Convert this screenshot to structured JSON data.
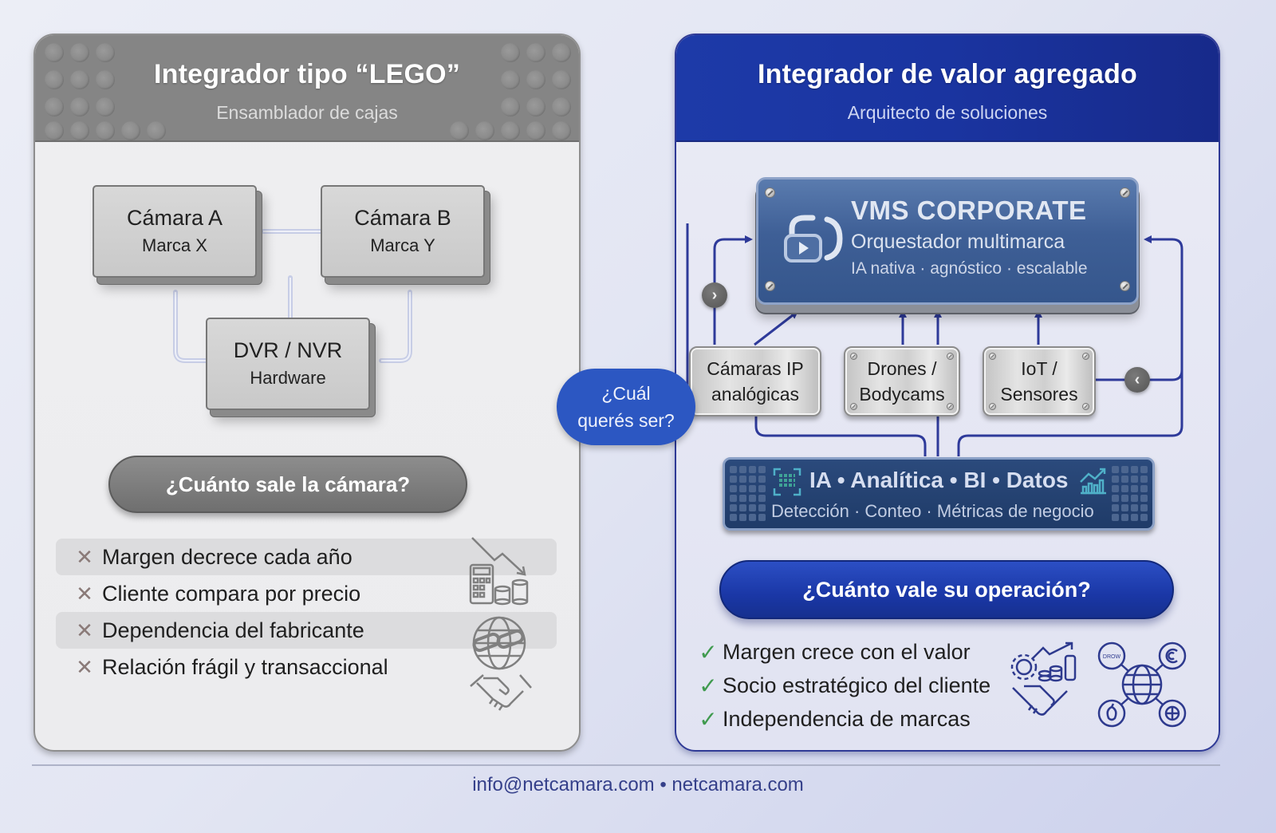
{
  "left": {
    "title": "Integrador tipo “LEGO”",
    "subtitle": "Ensamblador de cajas",
    "boxes": [
      {
        "title": "Cámara A",
        "sub": "Marca X"
      },
      {
        "title": "Cámara B",
        "sub": "Marca Y"
      },
      {
        "title": "DVR / NVR",
        "sub": "Hardware"
      }
    ],
    "question": "¿Cuánto sale la cámara?",
    "cons": [
      "Margen decrece cada año",
      "Cliente compara por precio",
      "Dependencia del fabricante",
      "Relación frágil y transaccional"
    ],
    "icons": [
      "declining-calculator-coins-icon",
      "globe-chain-icon",
      "handshake-icon"
    ],
    "colors": {
      "header": "#858585",
      "pill": "#7a7a7a"
    }
  },
  "center": {
    "line1": "¿Cuál",
    "line2": "querés ser?"
  },
  "right": {
    "title": "Integrador de valor agregado",
    "subtitle": "Arquitecto de soluciones",
    "vms": {
      "title": "VMS CORPORATE",
      "sub": "Orquestador multimarca",
      "tags": "IA nativa · agnóstico · escalable"
    },
    "sources": [
      {
        "l1": "Cámaras IP",
        "l2": "analógicas"
      },
      {
        "l1": "Drones /",
        "l2": "Bodycams"
      },
      {
        "l1": "IoT /",
        "l2": "Sensores"
      }
    ],
    "analytics": {
      "title": "IA • Analítica • BI • Datos",
      "sub": "Detección · Conteo · Métricas de negocio"
    },
    "question": "¿Cuánto vale su operación?",
    "pros": [
      "Margen crece con el valor",
      "Socio estratégico del cliente",
      "Independencia de marcas"
    ],
    "network_icon_label": "DROW",
    "icons": [
      "gear-growth-handshake-icon",
      "globe-network-icon"
    ],
    "colors": {
      "header": "#1d3aa8",
      "pill": "#1f3cac",
      "accent_line": "#2e3a9a",
      "check": "#3f9a4e"
    }
  },
  "footer": {
    "contact": "info@netcamara.com • netcamara.com"
  }
}
